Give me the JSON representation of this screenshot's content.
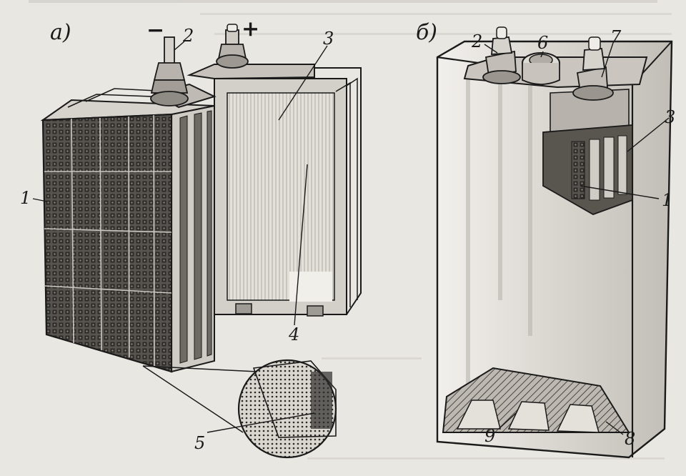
{
  "panels": {
    "a": {
      "label": "а)"
    },
    "b": {
      "label": "б)"
    }
  },
  "terminals": {
    "negative": "−",
    "positive": "+"
  },
  "callouts": {
    "a": [
      {
        "id": "a-1",
        "text": "1"
      },
      {
        "id": "a-2",
        "text": "2"
      },
      {
        "id": "a-3",
        "text": "3"
      },
      {
        "id": "a-4",
        "text": "4"
      },
      {
        "id": "a-5",
        "text": "5"
      }
    ],
    "b": [
      {
        "id": "b-2",
        "text": "2"
      },
      {
        "id": "b-6",
        "text": "6"
      },
      {
        "id": "b-7",
        "text": "7"
      },
      {
        "id": "b-3",
        "text": "3"
      },
      {
        "id": "b-1",
        "text": "1"
      },
      {
        "id": "b-9",
        "text": "9"
      },
      {
        "id": "b-8",
        "text": "8"
      }
    ]
  },
  "colors": {
    "ink": "#1a1a1a",
    "paper": "#e9e7e2",
    "plate_light": "#d8d5cf",
    "plate_dark": "#8f8b85",
    "grid": "#3a3835"
  }
}
